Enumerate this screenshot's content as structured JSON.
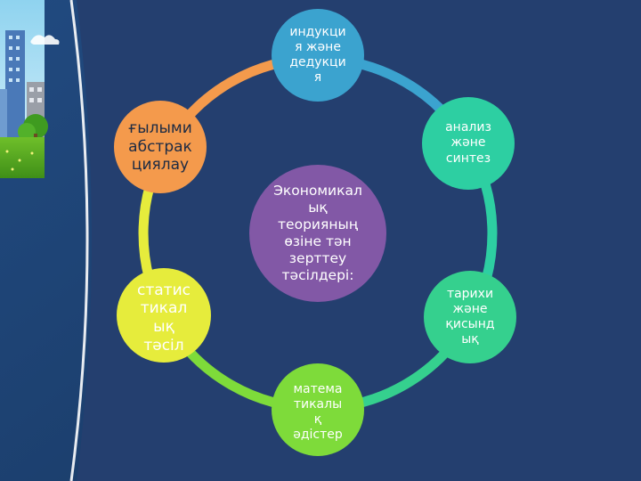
{
  "diagram": {
    "center": "Экономикал\nық\nтеорияның\nөзіне тән\nзерттеу\nтәсілдері:",
    "nodes": {
      "top": "индукци\nя және\nдедукци\nя",
      "top_right": "анализ\nжәне\nсинтез",
      "bottom_right": "тарихи\nжәне\nқисынд\nық",
      "bottom": "матема\nтикалы\nқ\nәдістер",
      "bottom_left": "статис\nтикал\nық\nтәсіл",
      "top_left": "ғылыми\nабстрак\nциялау"
    }
  },
  "colors": {
    "background_navy": "#1d4171",
    "panel_blue": "#233f70",
    "top": "#3ba3cf",
    "top_right": "#2dcfa2",
    "bottom_right": "#35d08e",
    "bottom": "#7edb3a",
    "bottom_left": "#e6ec3c",
    "top_left": "#f49a4c",
    "center": "#8258a6"
  }
}
